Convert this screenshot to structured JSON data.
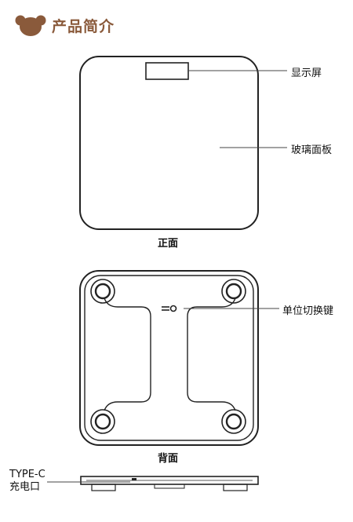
{
  "header": {
    "title": "产品简介",
    "icon": "bear-head-icon",
    "accent_color": "#8a5a3b"
  },
  "front": {
    "caption": "正面",
    "display_label": "显示屏",
    "glass_label": "玻璃面板"
  },
  "back": {
    "caption": "背面",
    "unit_switch_label": "单位切换键"
  },
  "side": {
    "type_c_line1": "TYPE-C",
    "type_c_line2": "充电口"
  }
}
